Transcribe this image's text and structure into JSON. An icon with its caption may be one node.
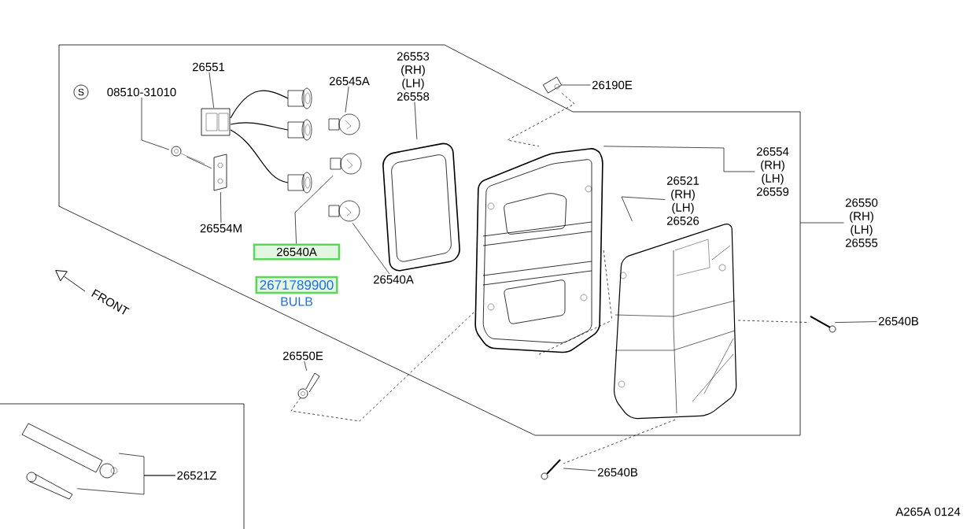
{
  "diagram": {
    "nodes": [
      {
        "text": [
          "26551"
        ]
      },
      {
        "text": [
          "08510-31010"
        ]
      },
      {
        "text": [
          "26545A"
        ]
      },
      {
        "text": [
          "26553",
          "(RH)",
          "(LH)",
          "26558"
        ]
      },
      {
        "text": [
          "26190E"
        ]
      },
      {
        "text": [
          "26554",
          "(RH)",
          "(LH)",
          "26559"
        ]
      },
      {
        "text": [
          "26521",
          "(RH)",
          "(LH)",
          "26526"
        ]
      },
      {
        "text": [
          "26550",
          "(RH)",
          "(LH)",
          "26555"
        ]
      },
      {
        "text": [
          "26554M"
        ]
      },
      {
        "text": [
          "26540A"
        ]
      },
      {
        "text": [
          "2671789900"
        ],
        "beside": [
          "BULB"
        ]
      },
      {
        "text": [
          "26540A"
        ]
      },
      {
        "text": [
          "26550E"
        ]
      },
      {
        "text": [
          "26540B"
        ]
      },
      {
        "text": [
          "26540B"
        ]
      },
      {
        "text": [
          "26521Z"
        ]
      },
      {
        "text": [],
        "shape": "picture"
      },
      {
        "text": [],
        "shape": "picture"
      },
      {
        "text": [],
        "shape": "picture"
      },
      {
        "text": [],
        "shape": "picture"
      },
      {
        "text": [],
        "shape": "picture"
      },
      {
        "text": [],
        "shape": "picture"
      },
      {
        "text": [],
        "shape": "picture"
      },
      {
        "text": [],
        "shape": "picture"
      },
      {
        "text": [],
        "shape": "picture"
      },
      {
        "text": [],
        "shape": "picture"
      },
      {
        "text": [],
        "shape": "picture"
      },
      {
        "text": [],
        "shape": "picture"
      },
      {
        "text": [],
        "shape": "picture"
      },
      {
        "text": [],
        "shape": "picture"
      },
      {
        "text": [],
        "shape": "picture"
      }
    ],
    "edges": [
      {
        "from": 0,
        "to": 16,
        "arrow": "none"
      },
      {
        "from": 1,
        "to": 17,
        "arrow": "none"
      },
      {
        "from": 2,
        "to": 19,
        "arrow": "none"
      },
      {
        "from": 9,
        "to": 20,
        "arrow": "none"
      },
      {
        "from": 11,
        "to": 21,
        "arrow": "none"
      },
      {
        "from": 3,
        "to": 22,
        "arrow": "none"
      },
      {
        "from": 4,
        "to": 23,
        "arrow": "none"
      },
      {
        "from": 5,
        "to": 24,
        "arrow": "none"
      },
      {
        "from": 6,
        "to": 25,
        "arrow": "none"
      },
      {
        "from": 7,
        "to": null,
        "arrow": "none"
      },
      {
        "from": 8,
        "to": 18,
        "arrow": "none"
      },
      {
        "from": 12,
        "to": 27,
        "arrow": "none"
      },
      {
        "from": 13,
        "to": 26,
        "arrow": "none"
      },
      {
        "from": 14,
        "to": 28,
        "arrow": "none"
      },
      {
        "from": 15,
        "to": 29,
        "arrow": "none"
      },
      {
        "from": 15,
        "to": 30,
        "arrow": "none"
      },
      {
        "from": 17,
        "to": 18,
        "arrow": "none"
      },
      {
        "from": 23,
        "to": 24,
        "arrow": "none",
        "style": "dashed"
      },
      {
        "from": 24,
        "to": 25,
        "arrow": "none",
        "style": "dashed"
      },
      {
        "from": 25,
        "to": 26,
        "arrow": "none",
        "style": "dashed"
      },
      {
        "from": 27,
        "to": 24,
        "arrow": "none",
        "style": "dashed"
      },
      {
        "from": 24,
        "to": 25,
        "arrow": "none",
        "style": "dashed"
      },
      {
        "from": 25,
        "to": 28,
        "arrow": "none",
        "style": "dashed"
      }
    ],
    "labels": [
      "S",
      "FRONT",
      "A265A 0124"
    ]
  }
}
